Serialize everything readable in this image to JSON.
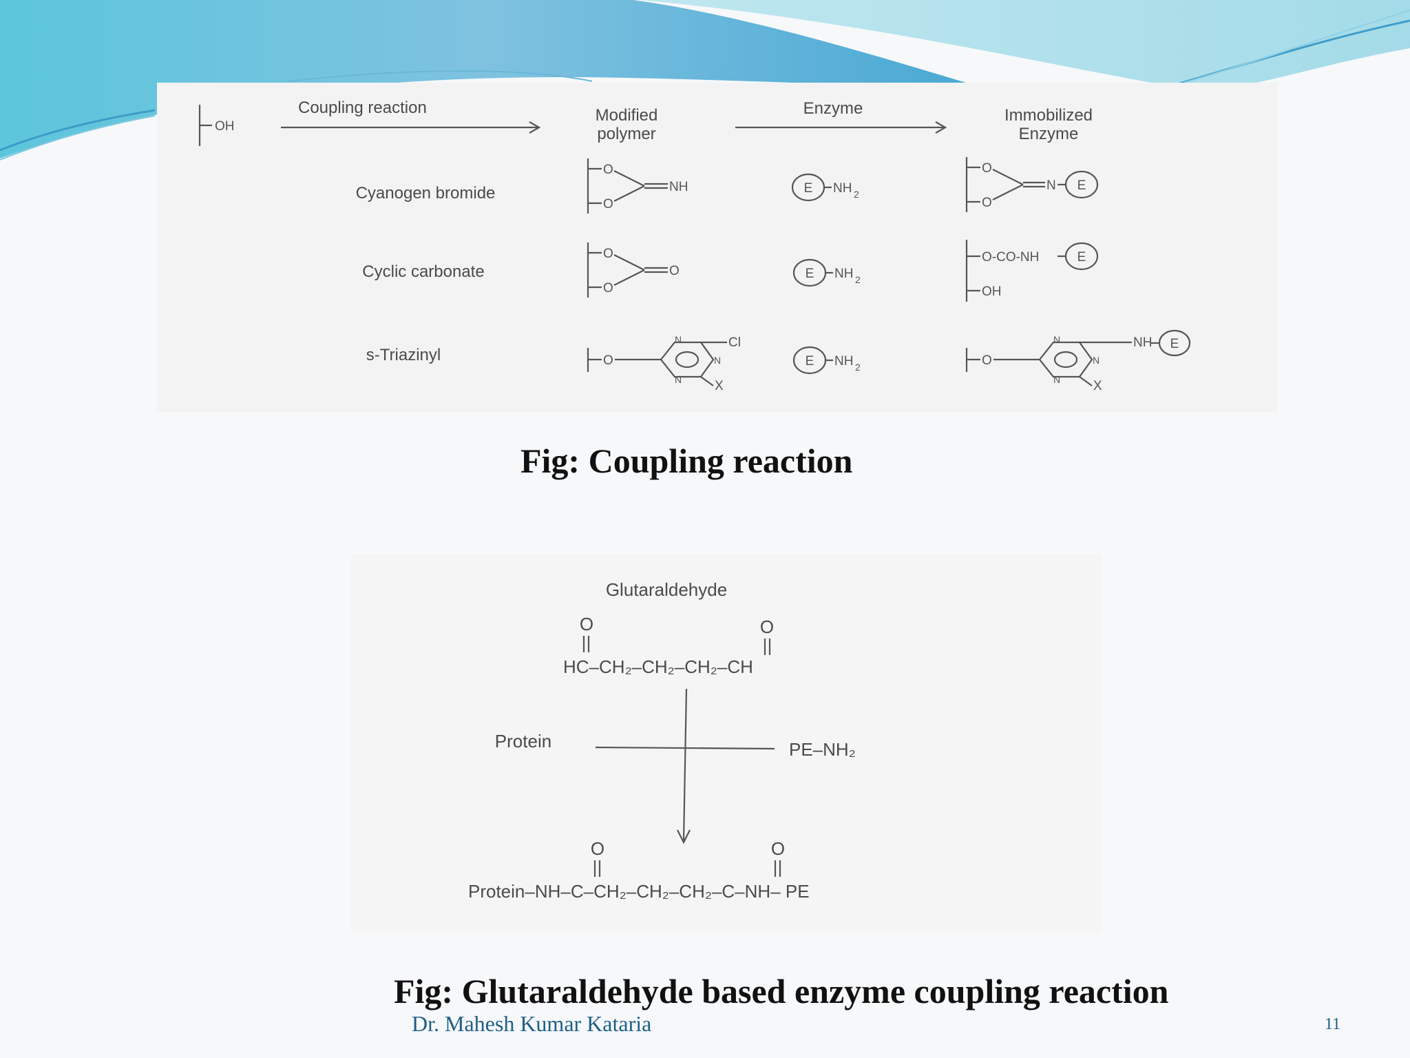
{
  "coupling": {
    "reactant_group": "OH",
    "headers": {
      "step1": "Coupling reaction",
      "modified_line1": "Modified",
      "modified_line2": "polymer",
      "step2": "Enzyme",
      "immobilized_line1": "Immobilized",
      "immobilized_line2": "Enzyme"
    },
    "rows": [
      {
        "reagent": "Cyanogen bromide",
        "modified": {
          "o_top": "O",
          "o_bottom": "O",
          "terminal": "NH"
        },
        "enzyme": {
          "circle": "E",
          "group": "NH",
          "sub": "2"
        },
        "immobilized": {
          "o_top": "O",
          "o_bottom": "O",
          "link": "N",
          "circle": "E"
        }
      },
      {
        "reagent": "Cyclic carbonate",
        "modified": {
          "o_top": "O",
          "o_bottom": "O",
          "terminal": "O"
        },
        "enzyme": {
          "circle": "E",
          "group": "NH",
          "sub": "2"
        },
        "immobilized": {
          "top": "O-CO-NH",
          "circle": "E",
          "bottom": "OH"
        }
      },
      {
        "reagent": "s-Triazinyl",
        "modified": {
          "o": "O",
          "n_top": "N",
          "n_right": "N",
          "n_bottom": "N",
          "cl": "Cl",
          "x": "X"
        },
        "enzyme": {
          "circle": "E",
          "group": "NH",
          "sub": "2"
        },
        "immobilized": {
          "o": "O",
          "n_top": "N",
          "n_right": "N",
          "n_bottom": "N",
          "link": "NH",
          "circle": "E",
          "x": "X"
        }
      }
    ]
  },
  "glutaraldehyde": {
    "title": "Glutaraldehyde",
    "top_o_left": "O",
    "top_o_right": "O",
    "top_formula": "HC–CH₂–CH₂–CH₂–CH",
    "left_reactant": "Protein",
    "right_reactant": "PE–NH₂",
    "bottom_o_left": "O",
    "bottom_o_right": "O",
    "product": "Protein–NH–C–CH₂–CH₂–CH₂–C–NH– PE"
  },
  "captions": {
    "coupling": "Fig: Coupling reaction",
    "glutaraldehyde": "Fig: Glutaraldehyde based enzyme coupling reaction"
  },
  "footer": {
    "author": "Dr. Mahesh Kumar Kataria",
    "page": "11"
  },
  "colors": {
    "wave_dark": "#5ab3d6",
    "wave_light": "#b8e6ee",
    "footer_text": "#1f5f86"
  }
}
